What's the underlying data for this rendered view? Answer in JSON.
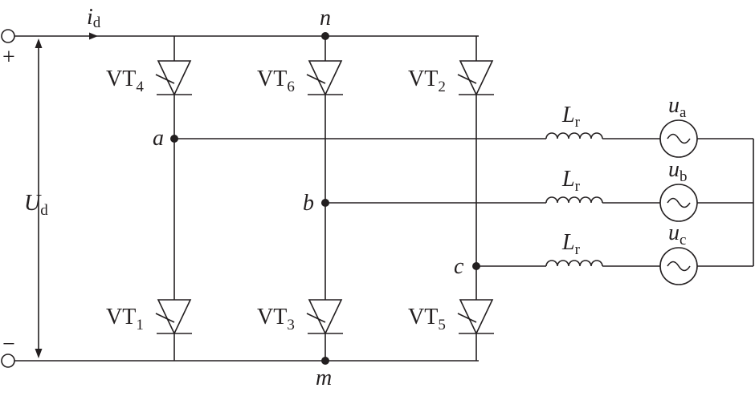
{
  "terminals": {
    "plus": "+",
    "minus": "−"
  },
  "current": {
    "symbol": "i",
    "sub": "d"
  },
  "voltage": {
    "symbol": "U",
    "sub": "d"
  },
  "nodes": {
    "n": "n",
    "m": "m",
    "a": "a",
    "b": "b",
    "c": "c"
  },
  "thyristors": {
    "vt4": {
      "base": "VT",
      "sub": "4"
    },
    "vt6": {
      "base": "VT",
      "sub": "6"
    },
    "vt2": {
      "base": "VT",
      "sub": "2"
    },
    "vt1": {
      "base": "VT",
      "sub": "1"
    },
    "vt3": {
      "base": "VT",
      "sub": "3"
    },
    "vt5": {
      "base": "VT",
      "sub": "5"
    }
  },
  "inductors": [
    {
      "base": "L",
      "sub": "r"
    },
    {
      "base": "L",
      "sub": "r"
    },
    {
      "base": "L",
      "sub": "r"
    }
  ],
  "sources": [
    {
      "base": "u",
      "sub": "a"
    },
    {
      "base": "u",
      "sub": "b"
    },
    {
      "base": "u",
      "sub": "c"
    }
  ]
}
